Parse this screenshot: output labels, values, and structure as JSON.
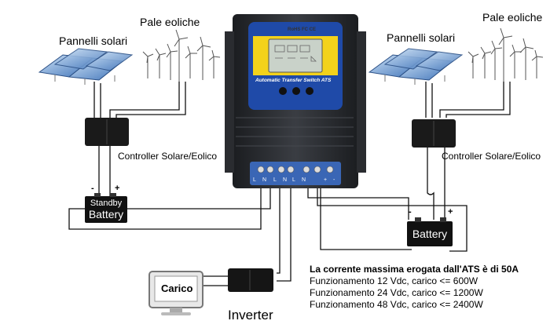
{
  "labels": {
    "solar_left": "Pannelli solari",
    "wind_left": "Pale eoliche",
    "solar_right": "Pannelli solari",
    "wind_right": "Pale eoliche",
    "controller_left": "Controller Solare/Eolico",
    "controller_right": "Controller Solare/Eolico",
    "inverter": "Inverter",
    "load": "Carico"
  },
  "device": {
    "brand": "RoHS FC CE",
    "name": "Automatic Transfer Switch ATS",
    "colors": {
      "body": "#2b2e33",
      "panel_blue": "#1f4aa8",
      "panel_yellow": "#f3d21b",
      "lcd": "#c9d2c9"
    }
  },
  "battery_standby": {
    "line1": "Standby",
    "line2": "Battery",
    "minus": "-",
    "plus": "+"
  },
  "battery_main": {
    "label": "Battery",
    "minus": "-",
    "plus": "+"
  },
  "terminals": [
    "L",
    "N",
    "L",
    "N",
    "L",
    "N",
    "+",
    "-"
  ],
  "specs": {
    "title": "La corrente massima erogata dall'ATS è di 50A",
    "lines": [
      "Funzionamento 12 Vdc, carico <= 600W",
      "Funzionamento 24 Vdc, carico <= 1200W",
      "Funzionamento 48 Vdc, carico <= 2400W"
    ]
  }
}
